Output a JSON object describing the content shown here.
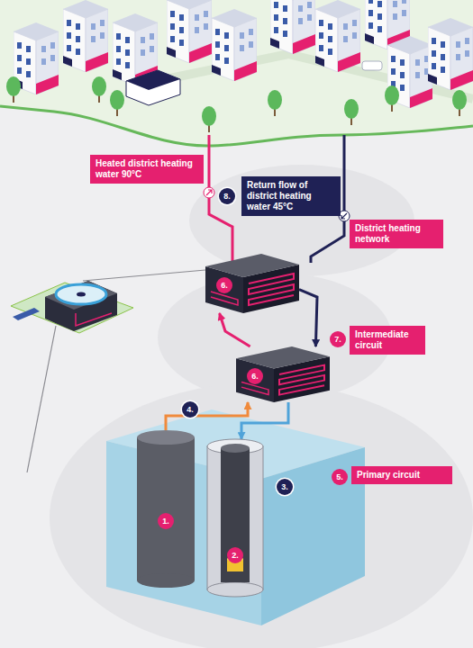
{
  "diagram": {
    "nodes": [
      {
        "text": [
          "Heated district heating water 90°C"
        ]
      },
      {
        "text": [
          "8.",
          "Return flow of district heating water 45°C"
        ]
      },
      {
        "text": [
          "District heating network"
        ]
      },
      {
        "text": [
          "6."
        ]
      },
      {
        "text": [
          "7.",
          "Intermediate circuit"
        ]
      },
      {
        "text": [
          "6."
        ]
      },
      {
        "text": [
          "1."
        ]
      },
      {
        "text": [
          "2."
        ]
      },
      {
        "text": [
          "5.",
          "Primary circuit"
        ]
      }
    ],
    "edges": [
      {
        "from": 5,
        "to": 3,
        "arrow": "to"
      },
      {
        "from": 3,
        "to": 5,
        "arrow": "to"
      },
      {
        "from": 6,
        "to": 5,
        "arrow": "to"
      },
      {
        "from": 5,
        "to": 7,
        "arrow": "to"
      }
    ],
    "labels": [
      "4.",
      "3."
    ]
  }
}
